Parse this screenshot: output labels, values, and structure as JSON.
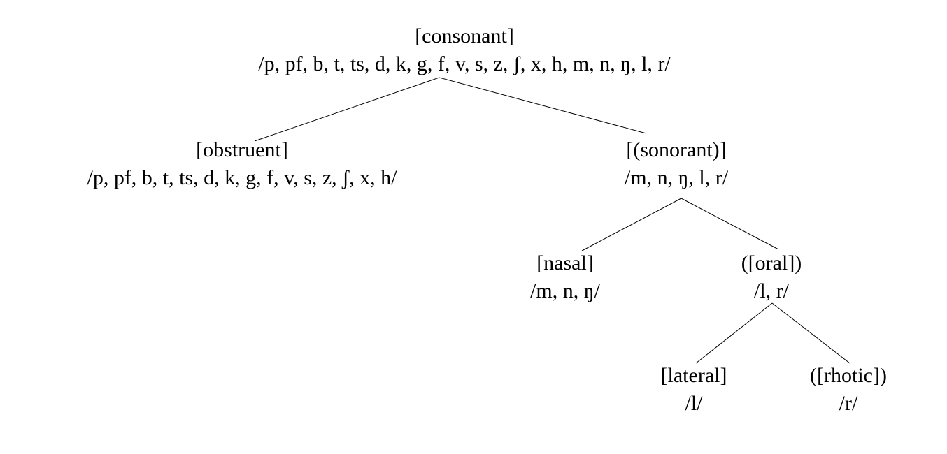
{
  "tree": {
    "consonant": {
      "feature": "[consonant]",
      "segments": "/p, pf, b, t, ts, d, k, g, f, v, s, z, ʃ, x, h, m, n, ŋ, l, r/"
    },
    "obstruent": {
      "feature": "[obstruent]",
      "segments": "/p, pf, b, t, ts, d, k, g, f, v, s, z, ʃ, x, h/"
    },
    "sonorant": {
      "feature": "[(sonorant)]",
      "segments": "/m, n, ŋ, l, r/"
    },
    "nasal": {
      "feature": "[nasal]",
      "segments": "/m, n, ŋ/"
    },
    "oral": {
      "feature": "([oral])",
      "segments": "/l, r/"
    },
    "lateral": {
      "feature": "[lateral]",
      "segments": "/l/"
    },
    "rhotic": {
      "feature": "([rhotic])",
      "segments": "/r/"
    }
  },
  "edges": [
    {
      "from": "consonant",
      "to": "obstruent"
    },
    {
      "from": "consonant",
      "to": "sonorant"
    },
    {
      "from": "sonorant",
      "to": "nasal"
    },
    {
      "from": "sonorant",
      "to": "oral"
    },
    {
      "from": "oral",
      "to": "lateral"
    },
    {
      "from": "oral",
      "to": "rhotic"
    }
  ]
}
